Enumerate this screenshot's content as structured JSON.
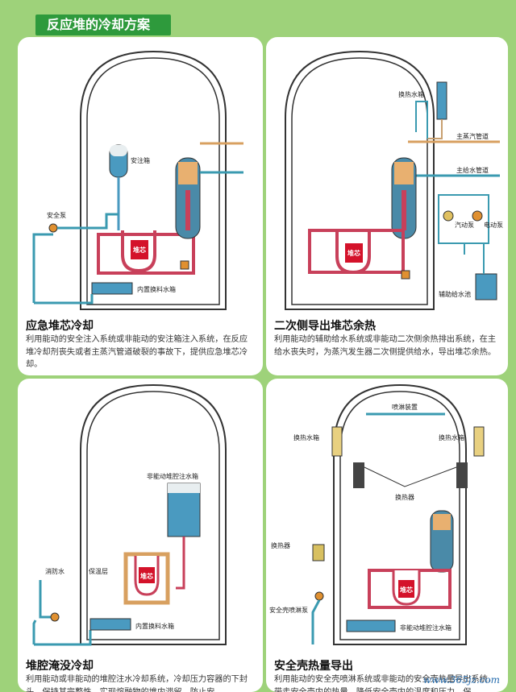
{
  "page_title": "反应堆的冷却方案",
  "watermark": "www.365jz.com",
  "panels": [
    {
      "title": "应急堆芯冷却",
      "desc": "利用能动的安全注入系统或非能动的安注箱注入系统，在反应堆冷却剂丧失或者主蒸汽管道破裂的事故下，提供应急堆芯冷却。",
      "labels": {
        "tank": "安注箱",
        "pump": "安全泵",
        "core": "堆芯",
        "pool": "内置换料水箱"
      }
    },
    {
      "title": "二次侧导出堆芯余热",
      "desc": "利用能动的辅助给水系统或非能动二次侧余热排出系统，在主给水丧失时，为蒸汽发生器二次侧提供给水，导出堆芯余热。",
      "labels": {
        "hx_tank": "换热水箱",
        "steam": "主蒸汽管道",
        "feed": "主给水管道",
        "steam_pump": "汽动泵",
        "motor_pump": "电动泵",
        "core": "堆芯",
        "aux_pool": "辅助给水池"
      }
    },
    {
      "title": "堆腔淹没冷却",
      "desc": "利用能动或非能动的堆腔注水冷却系统，冷却压力容器的下封头，保持其完整性，实现熔融物的堆内滞留，防止安",
      "labels": {
        "tank": "非能动堆腔注水箱",
        "insul": "保温层",
        "fire": "消防水",
        "core": "堆芯",
        "pool": "内置换料水箱"
      }
    },
    {
      "title": "安全壳热量导出",
      "desc": "利用能动的安全壳喷淋系统或非能动的安全壳热量导出系统，带走安全壳内的热量，降低安全壳内的温度和压力，保",
      "labels": {
        "spray": "喷淋装置",
        "hx_tank_l": "换热水箱",
        "hx_tank_r": "换热水箱",
        "hx": "换热器",
        "hx_side": "换热器",
        "spray_pump": "安全壳喷淋泵",
        "core": "堆芯",
        "pool": "非能动堆腔注水箱"
      }
    }
  ],
  "colors": {
    "background": "#9ed27a",
    "title_tab": "#2e9a3c",
    "primary_loop": "#c8405a",
    "feed_water": "#3a9ab0",
    "steam_line": "#d8a060",
    "core": "#d4122a",
    "water": "#4a9ac0"
  }
}
